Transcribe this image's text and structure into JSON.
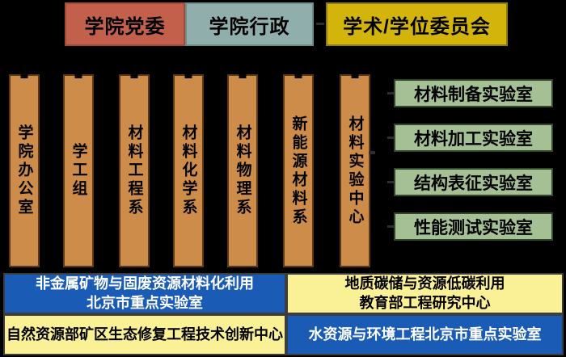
{
  "top_row": {
    "party_committee": "学院党委",
    "administration": "学院行政",
    "academic_committee": "学术/学位委员会"
  },
  "departments": [
    {
      "label": "学院办公室"
    },
    {
      "label": "学工组"
    },
    {
      "label": "材料工程系"
    },
    {
      "label": "材料化学系"
    },
    {
      "label": "材料物理系"
    },
    {
      "label": "新能源材料系"
    },
    {
      "label": "材料实验中心"
    }
  ],
  "labs": [
    {
      "label": "材料制备实验室"
    },
    {
      "label": "材料加工实验室"
    },
    {
      "label": "结构表征实验室"
    },
    {
      "label": "性能测试实验室"
    }
  ],
  "centers": {
    "top_left": {
      "line1": "非金属矿物与固废资源材料化利用",
      "line2": "北京市重点实验室"
    },
    "top_right": {
      "line1": "地质碳储与资源低碳利用",
      "line2": "教育部工程研究中心"
    },
    "bottom_left": {
      "line1": "自然资源部矿区生态修复工程技术创新中心"
    },
    "bottom_right": {
      "line1": "水资源与环境工程北京市重点实验室"
    }
  },
  "colors": {
    "background": "#000000",
    "party_red": "#C2604C",
    "admin_teal": "#90AEAC",
    "committee_yellow": "#D2B40A",
    "department_orange": "#CE8C4A",
    "department_border": "#5E3A14",
    "lab_green": "#A6C096",
    "lab_border": "#31482B",
    "center_blue": "#1A5CB5",
    "center_pale_yellow": "#FAF096"
  }
}
